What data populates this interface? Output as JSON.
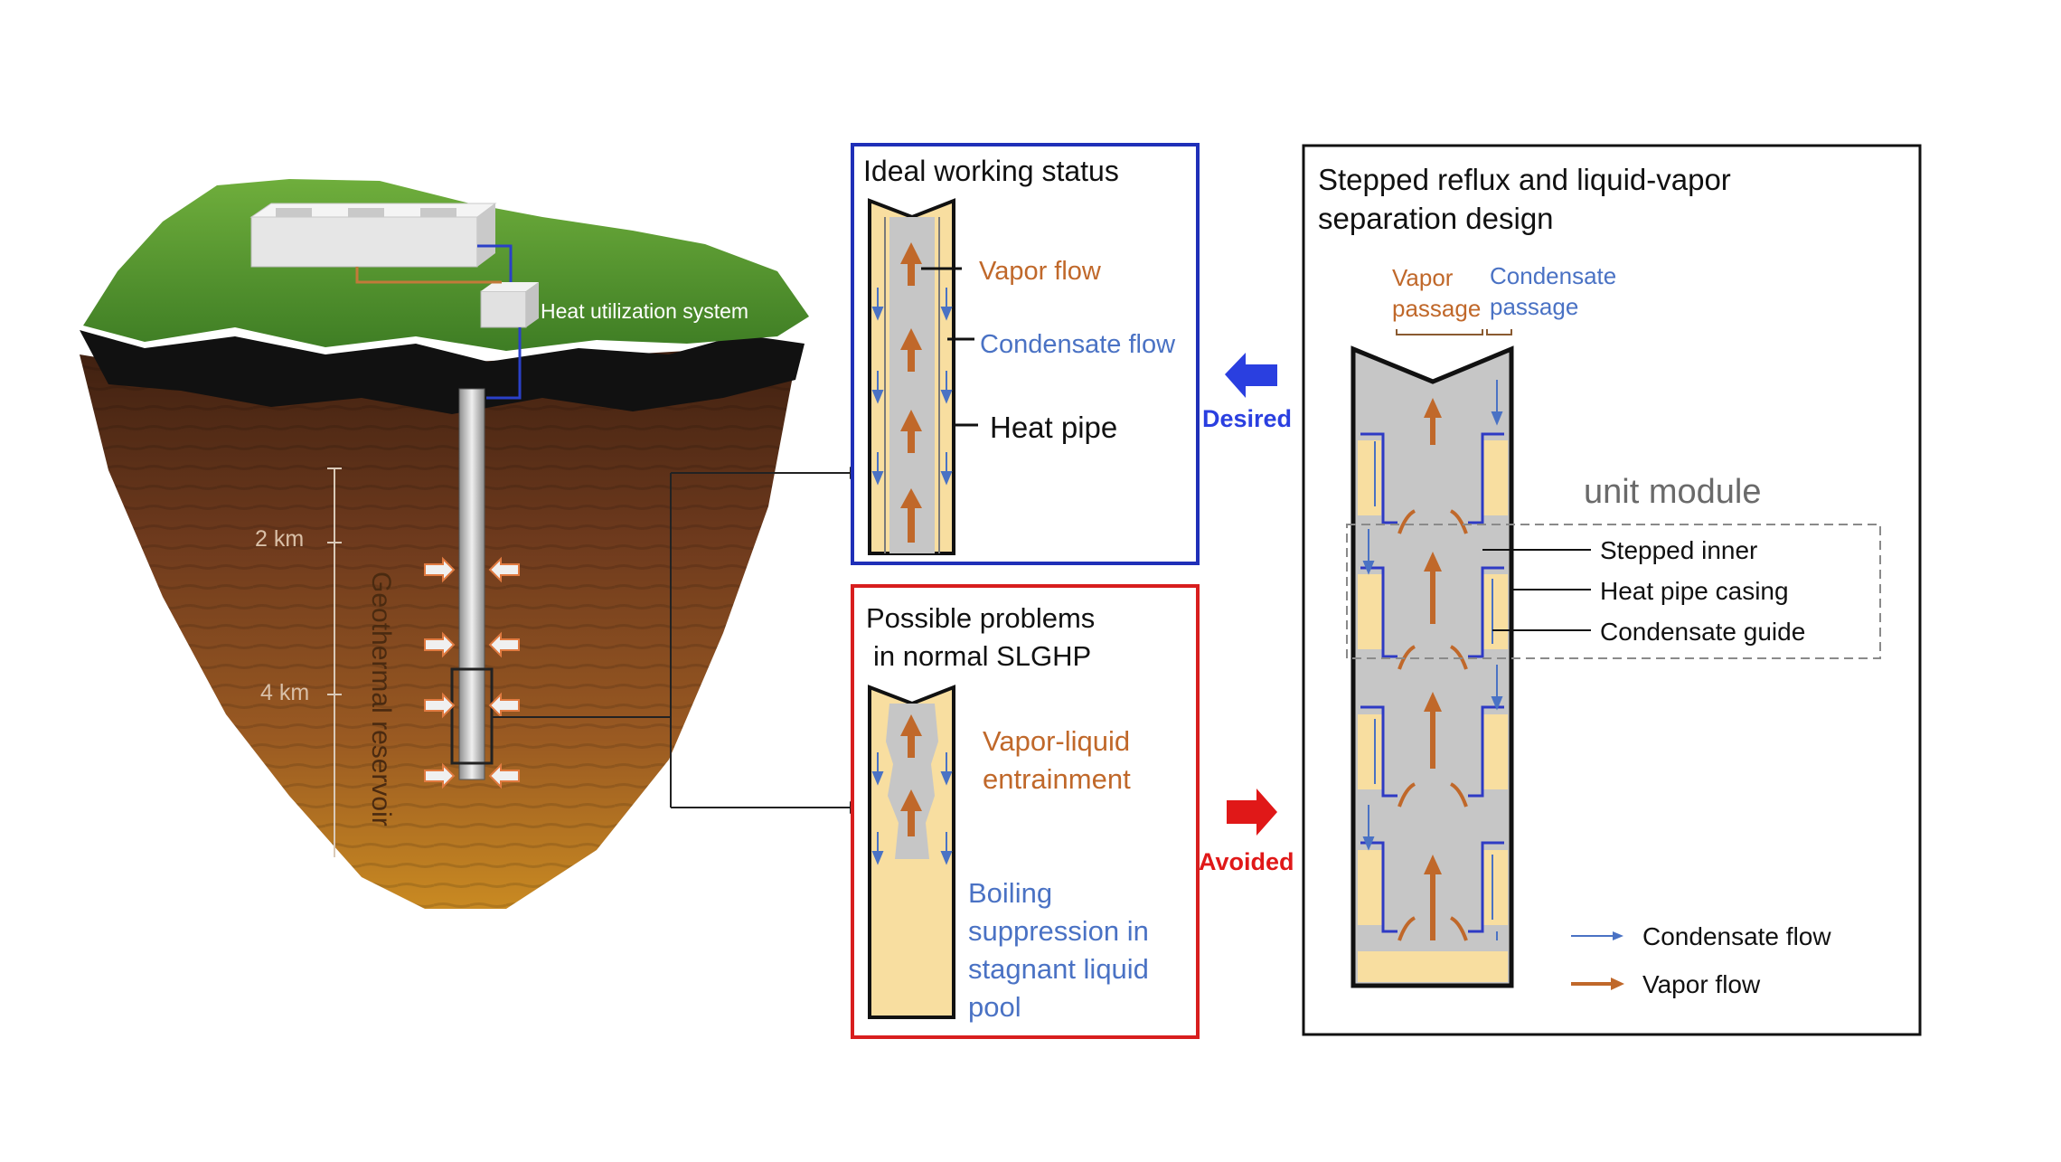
{
  "colors": {
    "vapor": "#c0682a",
    "condensate": "#4a72c4",
    "pipe_fill": "#c6c6c6",
    "liquid_fill": "#f8dea0",
    "ideal_border": "#1f2fb8",
    "problem_border": "#d81e1e",
    "desired_arrow": "#2a3fe0",
    "avoided_arrow": "#e01818"
  },
  "earth": {
    "heat_system_label": "Heat utilization system",
    "depth_2km": "2 km",
    "depth_4km": "4 km",
    "reservoir_label": "Geothermal reservoir"
  },
  "ideal": {
    "title": "Ideal working status",
    "vapor_label": "Vapor flow",
    "condensate_label": "Condensate flow",
    "heat_pipe_label": "Heat pipe"
  },
  "problems": {
    "title_line1": "Possible problems",
    "title_line2": "in normal SLGHP",
    "entrainment_line1": "Vapor-liquid",
    "entrainment_line2": "entrainment",
    "boiling_line1": "Boiling",
    "boiling_line2": "suppression in",
    "boiling_line3": "stagnant liquid",
    "boiling_line4": "pool"
  },
  "transitions": {
    "desired_label": "Desired",
    "avoided_label": "Avoided"
  },
  "design": {
    "title_line1": "Stepped reflux and liquid-vapor",
    "title_line2": "separation design",
    "vapor_passage_line1": "Vapor",
    "vapor_passage_line2": "passage",
    "condensate_passage_line1": "Condensate",
    "condensate_passage_line2": "passage",
    "unit_module_label": "unit module",
    "stepped_inner_label": "Stepped inner",
    "casing_label": "Heat pipe casing",
    "guide_label": "Condensate guide",
    "legend_condensate": "Condensate flow",
    "legend_vapor": "Vapor flow"
  }
}
